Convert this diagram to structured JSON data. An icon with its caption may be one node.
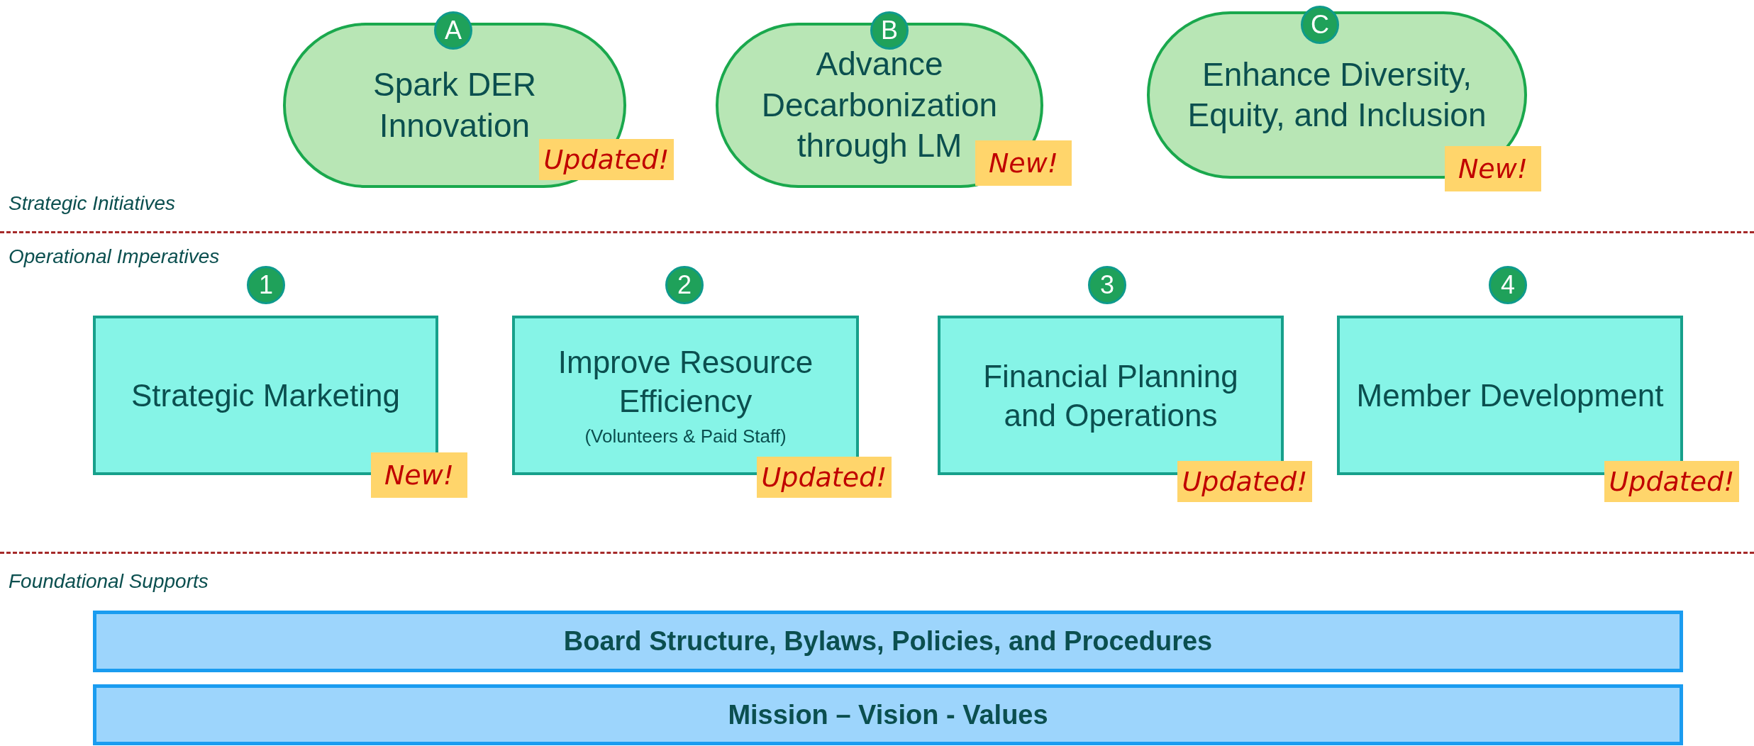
{
  "diagram": {
    "nodes": [
      {
        "text": [
          "A"
        ]
      },
      {
        "text": [
          "Spark DER Innovation"
        ]
      },
      {
        "text": [
          "Updated!"
        ]
      },
      {
        "text": [
          "B"
        ]
      },
      {
        "text": [
          "Advance Decarbonization through LM"
        ]
      },
      {
        "text": [
          "New!"
        ]
      },
      {
        "text": [
          "C"
        ]
      },
      {
        "text": [
          "Enhance Diversity, Equity, and Inclusion"
        ]
      },
      {
        "text": [
          "New!"
        ]
      },
      {
        "text": [
          "1"
        ]
      },
      {
        "text": [
          "Strategic Marketing"
        ]
      },
      {
        "text": [
          "New!"
        ]
      },
      {
        "text": [
          "2"
        ]
      },
      {
        "text": [
          "Improve Resource Efficiency",
          "(Volunteers & Paid Staff)"
        ]
      },
      {
        "text": [
          "Updated!"
        ]
      },
      {
        "text": [
          "3"
        ]
      },
      {
        "text": [
          "Financial Planning and Operations"
        ]
      },
      {
        "text": [
          "Updated!"
        ]
      },
      {
        "text": [
          "4"
        ]
      },
      {
        "text": [
          "Member Development"
        ]
      },
      {
        "text": [
          "Updated!"
        ]
      },
      {
        "text": [
          "Board Structure, Bylaws, Policies, and Procedures"
        ]
      },
      {
        "text": [
          "Mission – Vision - Values"
        ]
      }
    ],
    "edges": [],
    "labels": [
      "Strategic Initiatives",
      "Operational Imperatives",
      "Foundational Supports"
    ]
  }
}
